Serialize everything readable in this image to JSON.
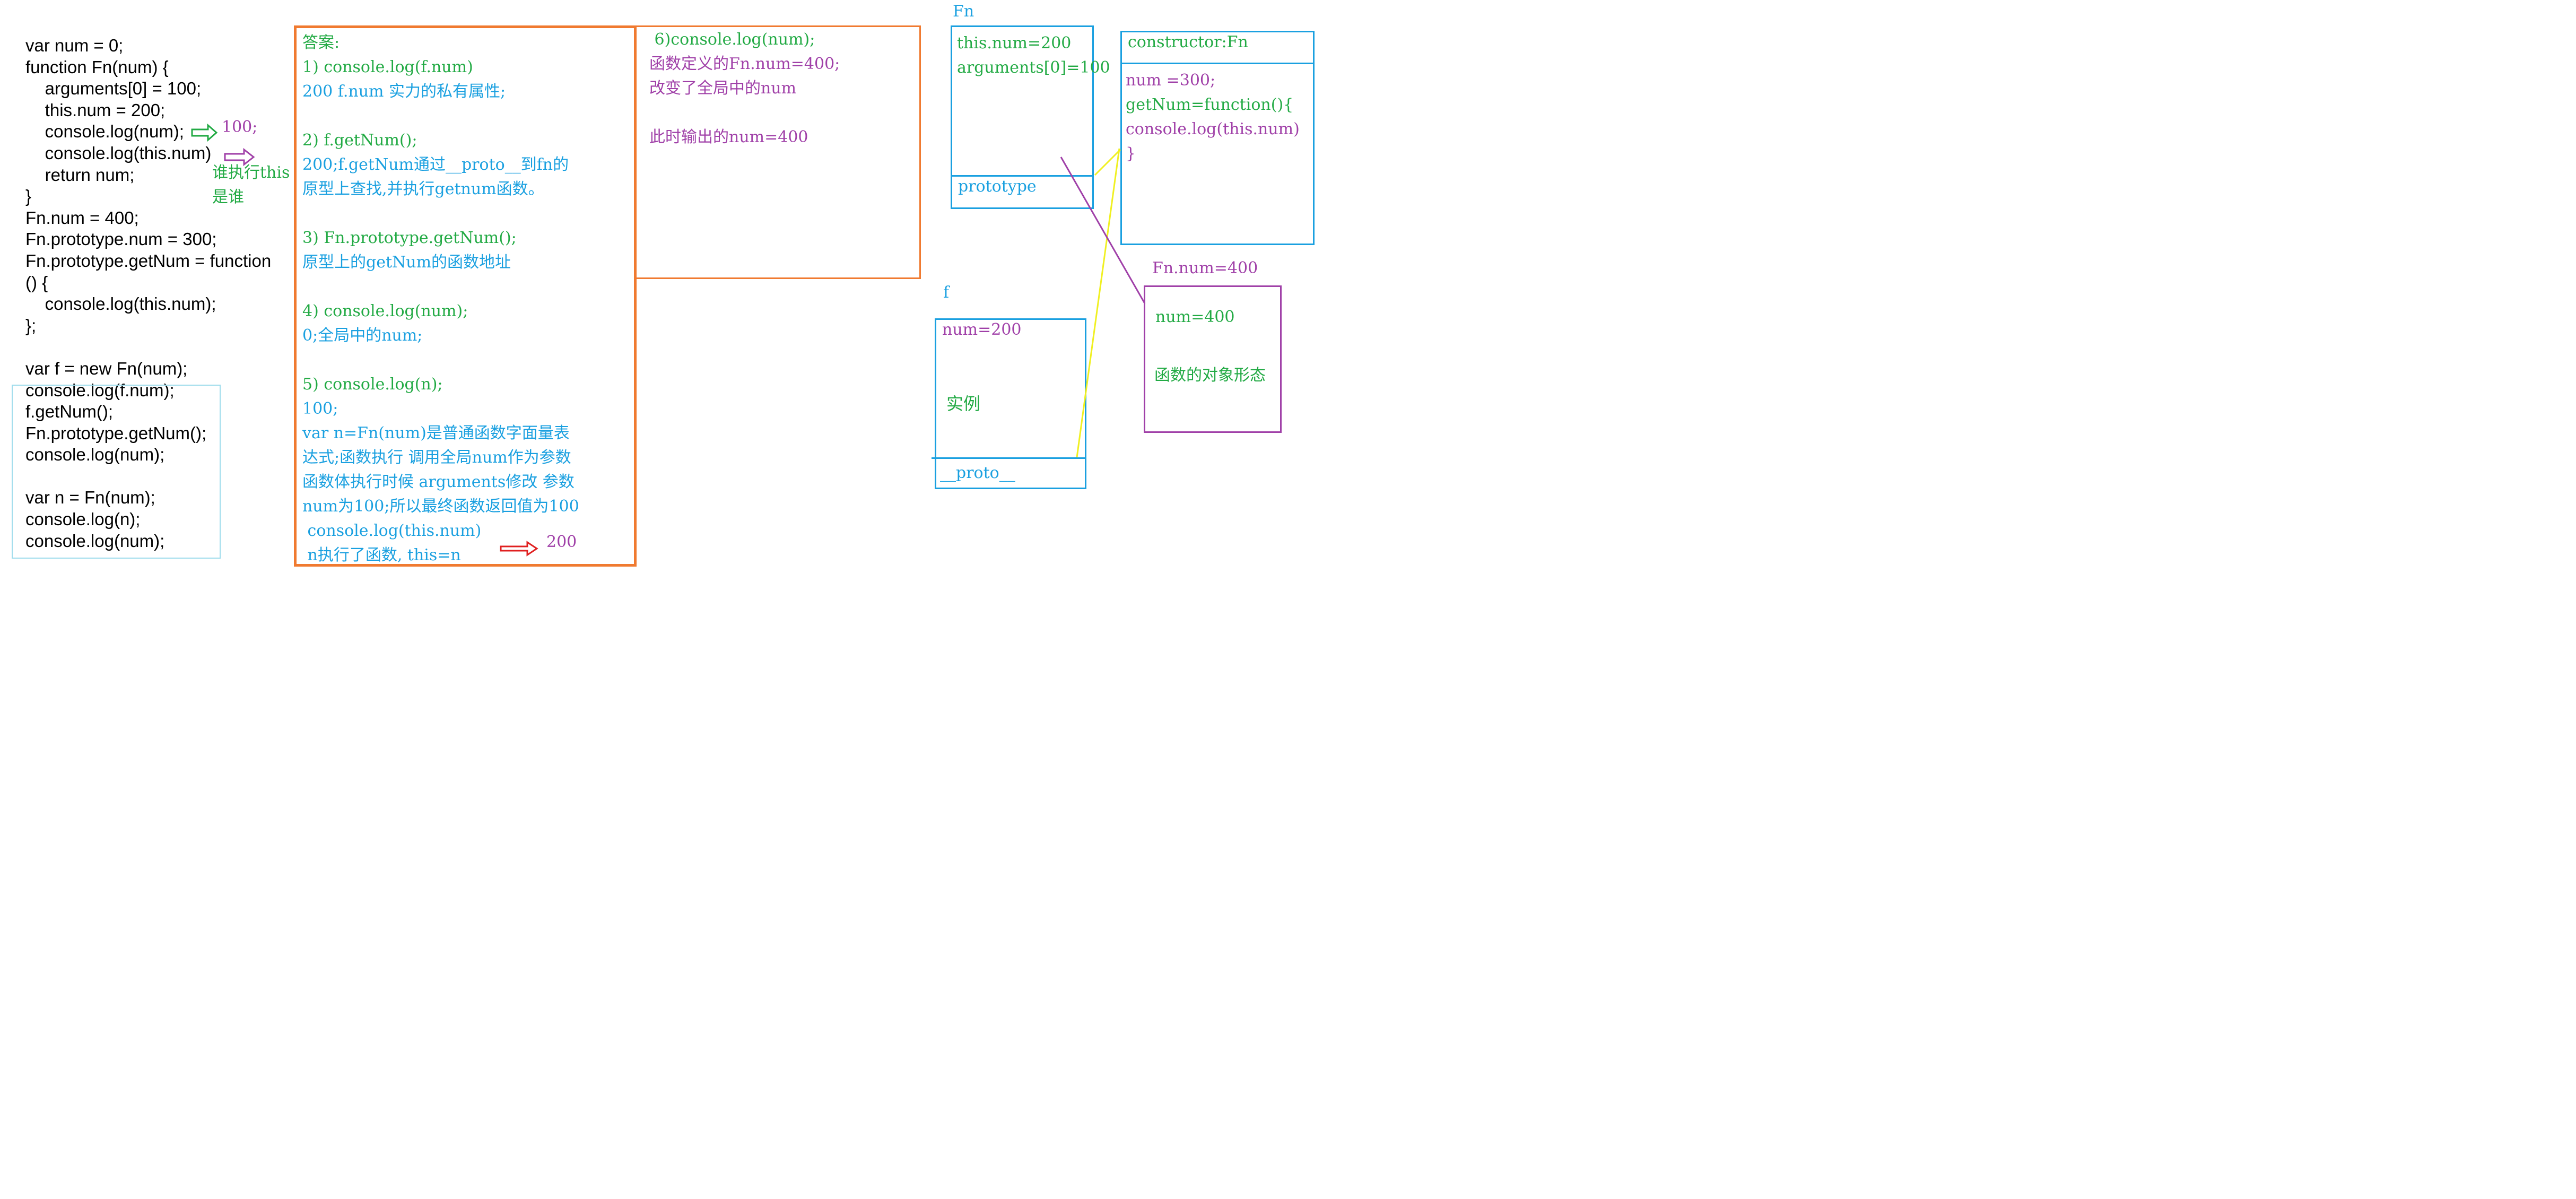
{
  "code_lines": [
    "var num = 0;",
    "function Fn(num) {",
    "    arguments[0] = 100;",
    "    this.num = 200;",
    "    console.log(num);",
    "    console.log(this.num)",
    "    return num;",
    "}",
    "Fn.num = 400;",
    "Fn.prototype.num = 300;",
    "Fn.prototype.getNum = function",
    "() {",
    "    console.log(this.num);",
    "};",
    "",
    "var f = new Fn(num);",
    "console.log(f.num);",
    "f.getNum();",
    "Fn.prototype.getNum();",
    "console.log(num);",
    "",
    "var n = Fn(num);",
    "console.log(n);",
    "console.log(num);"
  ],
  "side_notes": {
    "num_value": "100;",
    "this_note_line1": "谁执行this",
    "this_note_line2": "是谁"
  },
  "answers": [
    {
      "text": "答案:",
      "color": "green"
    },
    {
      "text": "1) console.log(f.num)",
      "color": "green"
    },
    {
      "text": "200 f.num 实力的私有属性;",
      "color": "blue"
    },
    {
      "text": "",
      "color": "blue"
    },
    {
      "text": "2) f.getNum();",
      "color": "green"
    },
    {
      "text": "200;f.getNum通过__proto__到fn的",
      "color": "blue"
    },
    {
      "text": "原型上查找,并执行getnum函数。",
      "color": "blue"
    },
    {
      "text": "",
      "color": "blue"
    },
    {
      "text": "3) Fn.prototype.getNum();",
      "color": "green"
    },
    {
      "text": "原型上的getNum的函数地址",
      "color": "blue"
    },
    {
      "text": "",
      "color": "blue"
    },
    {
      "text": "4) console.log(num);",
      "color": "green"
    },
    {
      "text": "0;全局中的num;",
      "color": "blue"
    },
    {
      "text": "",
      "color": "blue"
    },
    {
      "text": "5) console.log(n);",
      "color": "green"
    },
    {
      "text": "100;",
      "color": "blue"
    },
    {
      "text": "var n=Fn(num)是普通函数字面量表",
      "color": "blue"
    },
    {
      "text": "达式;函数执行 调用全局num作为参数",
      "color": "blue"
    },
    {
      "text": "函数体执行时候 arguments修改 参数",
      "color": "blue"
    },
    {
      "text": "num为100;所以最终函数返回值为100",
      "color": "blue"
    },
    {
      "text": " console.log(this.num)",
      "color": "blue"
    },
    {
      "text": " n执行了函数, this=n",
      "color": "blue"
    }
  ],
  "answer_tail": "200",
  "answer6": [
    {
      "text": " 6)console.log(num);",
      "color": "green"
    },
    {
      "text": "函数定义的Fn.num=400;",
      "color": "purple"
    },
    {
      "text": "改变了全局中的num",
      "color": "purple"
    },
    {
      "text": "",
      "color": "purple"
    },
    {
      "text": "此时输出的num=400",
      "color": "purple"
    }
  ],
  "fn_diagram": {
    "label": "Fn",
    "line1": "this.num=200",
    "line2": "arguments[0]=100",
    "prototype": "prototype"
  },
  "proto_obj": {
    "header": "constructor:Fn",
    "line1": "num =300;",
    "line2": "getNum=function(){",
    "line3": "console.log(this.num)",
    "line4": "}"
  },
  "fn_static": {
    "label": "Fn.num=400",
    "line1": "num=400",
    "line2": "函数的对象形态"
  },
  "instance": {
    "label": "f",
    "line1": "num=200",
    "line2": "实例",
    "proto": "__proto__"
  },
  "colors": {
    "orange": "#f07a30",
    "cyan": "#1aa0e0",
    "purple": "#a040a8",
    "green": "#22aa44",
    "yellow": "#f0f020",
    "red": "#e02020"
  }
}
